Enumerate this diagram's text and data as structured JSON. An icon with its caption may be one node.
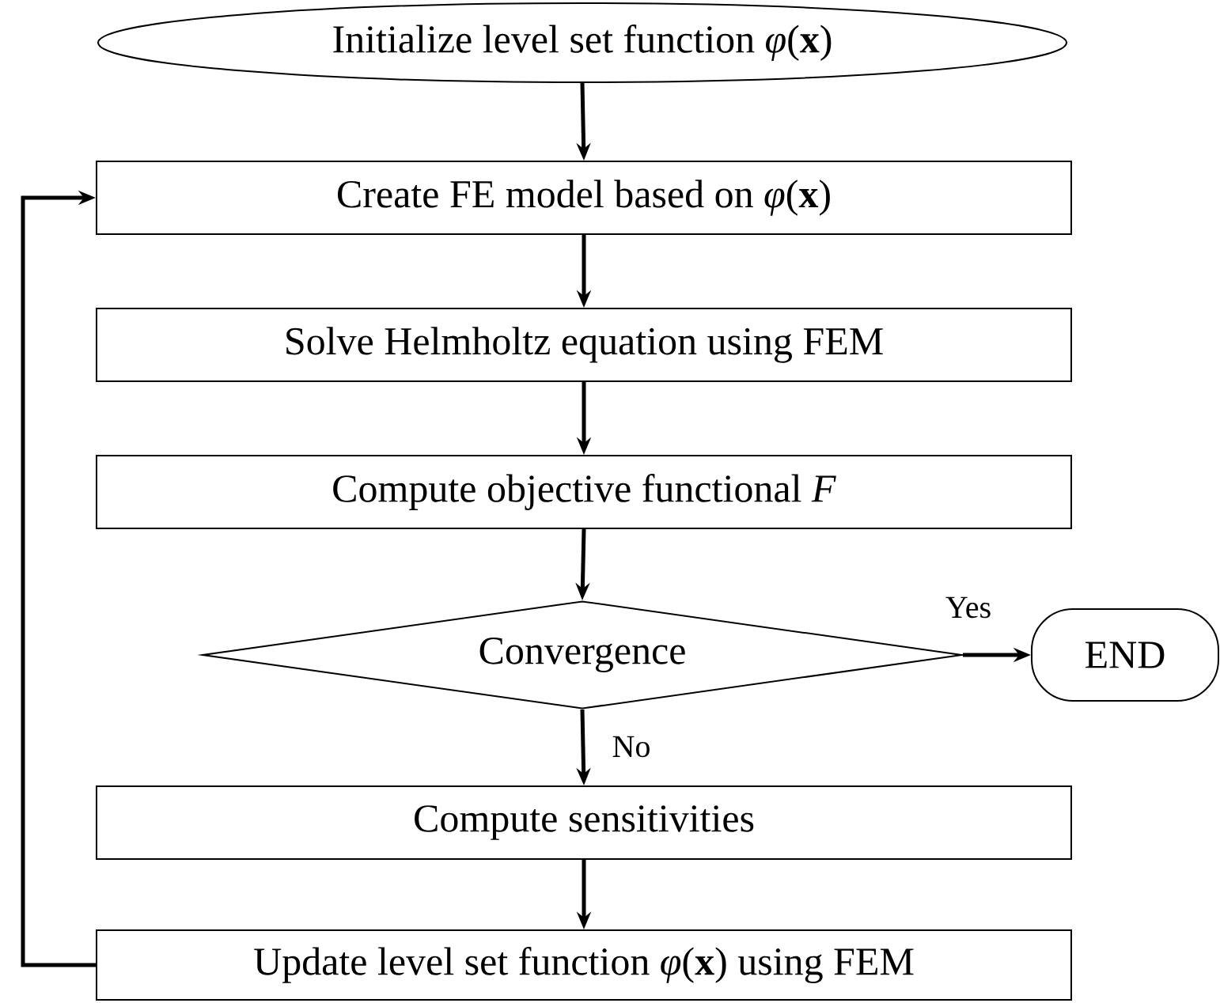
{
  "diagram": {
    "nodes": [
      {
        "text": [
          "Initialize level set function *φ*(**x**)"
        ]
      },
      {
        "text": [
          "Create FE model based on *φ*(**x**)"
        ]
      },
      {
        "text": [
          "Solve Helmholtz equation using FEM"
        ]
      },
      {
        "text": [
          "Compute objective functional *F*"
        ]
      },
      {
        "text": [
          "Convergence"
        ]
      },
      {
        "text": [
          "END"
        ]
      },
      {
        "text": [
          "Compute sensitivities"
        ]
      },
      {
        "text": [
          "Update level set function *φ*(**x**) using FEM"
        ]
      }
    ],
    "edges": [
      {
        "from": 0,
        "to": 1,
        "arrow": "to"
      },
      {
        "from": 1,
        "to": 2,
        "arrow": "to"
      },
      {
        "from": 2,
        "to": 3,
        "arrow": "to"
      },
      {
        "from": 3,
        "to": 4,
        "arrow": "to"
      },
      {
        "from": 4,
        "to": 5,
        "arrow": "to",
        "label": "Yes"
      },
      {
        "from": 4,
        "to": 6,
        "arrow": "to",
        "label": "No"
      },
      {
        "from": 6,
        "to": 7,
        "arrow": "to"
      },
      {
        "from": 7,
        "to": 1,
        "arrow": "to"
      }
    ]
  }
}
